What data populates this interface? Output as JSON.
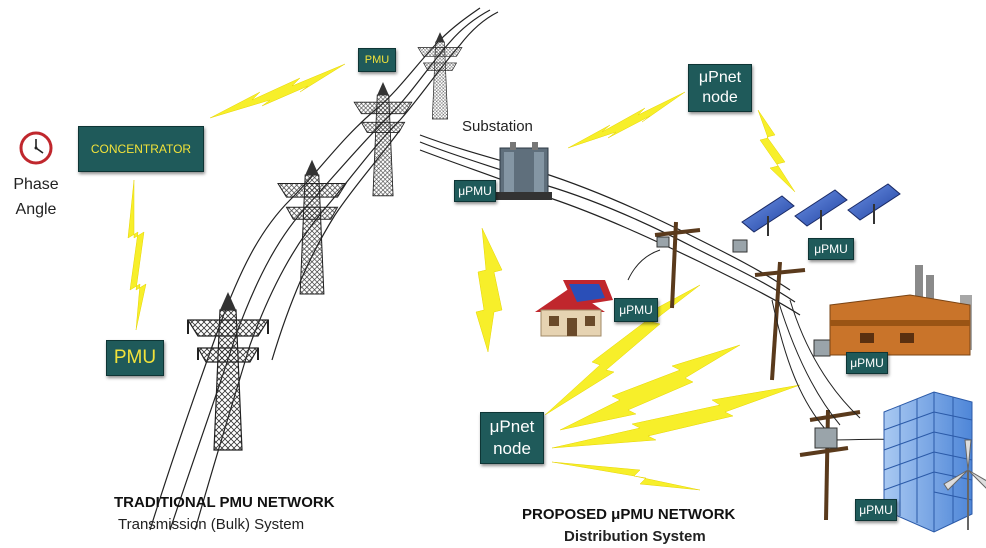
{
  "clock_label": [
    "Phase",
    "Angle"
  ],
  "concentrator": "CONCENTRATOR",
  "pmu_small": "PMU",
  "pmu_large": "PMU",
  "substation": "Substation",
  "upmu": "μPMU",
  "upnet_node": [
    "μPnet",
    "node"
  ],
  "left_caption": {
    "title": "TRADITIONAL PMU NETWORK",
    "subtitle": "Transmission (Bulk) System"
  },
  "right_caption": {
    "title": "PROPOSED μPMU NETWORK",
    "subtitle": "Distribution System"
  },
  "colors": {
    "tag_bg": "#1f5a5a",
    "lightning": "#f7ef2a",
    "pmu_text": "#f2e23a",
    "panel": "#2a4fb8",
    "roof": "#c0272d"
  }
}
